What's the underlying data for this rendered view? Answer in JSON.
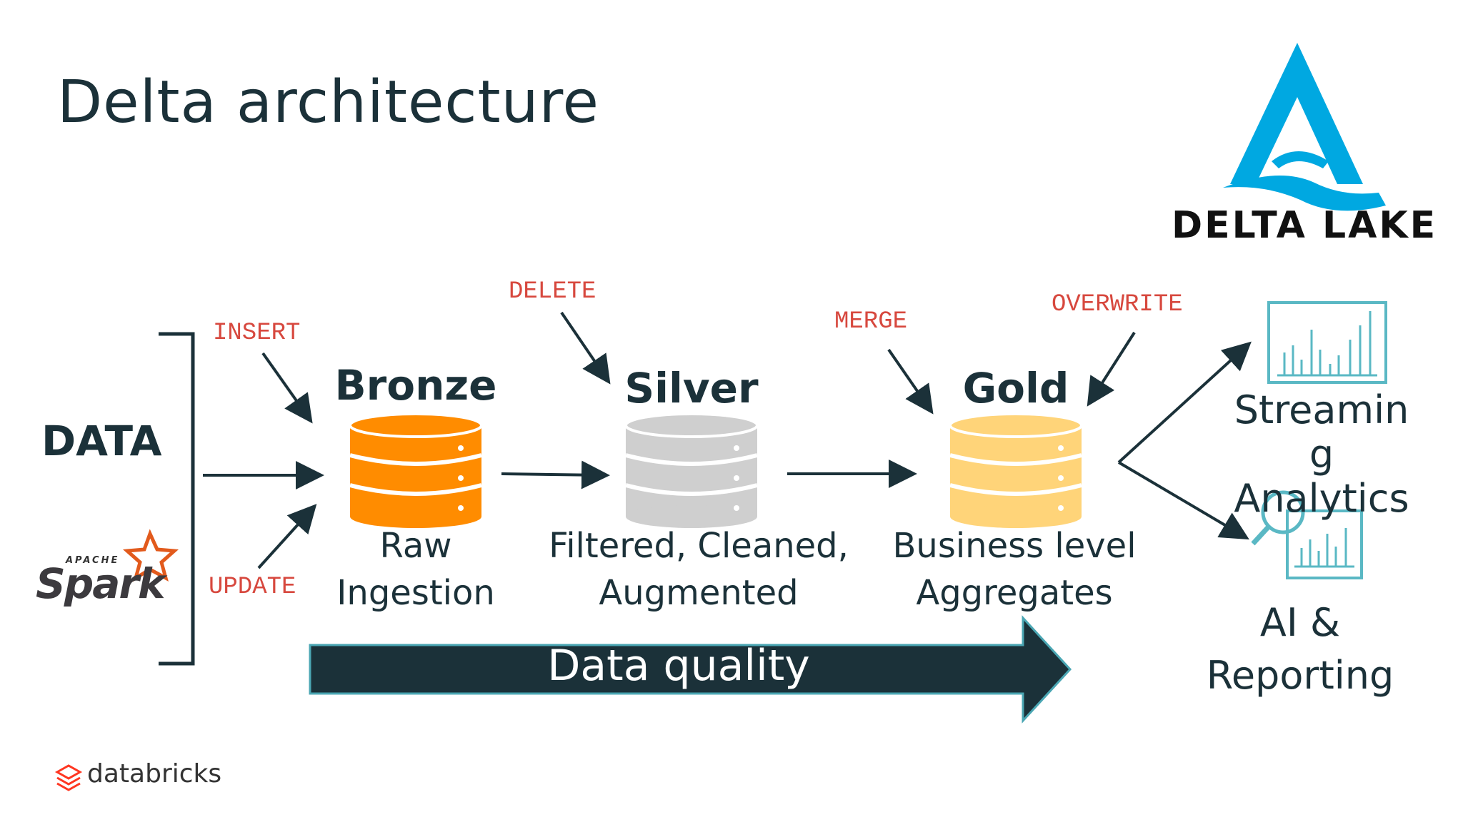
{
  "title": "Delta architecture",
  "logo": {
    "text": "DELTA LAKE",
    "color": "#00a8e1"
  },
  "source": {
    "label": "DATA",
    "spark_small": "APACHE",
    "spark_text": "Spark"
  },
  "operations": {
    "insert": "INSERT",
    "update": "UPDATE",
    "delete": "DELETE",
    "merge": "MERGE",
    "overwrite": "OVERWRITE"
  },
  "tiers": [
    {
      "name": "Bronze",
      "line1": "Raw",
      "line2": "Ingestion",
      "color": "#ff8c00"
    },
    {
      "name": "Silver",
      "line1": "Filtered, Cleaned,",
      "line2": "Augmented",
      "color": "#cfcfcf"
    },
    {
      "name": "Gold",
      "line1": "Business level",
      "line2": "Aggregates",
      "color": "#ffd479"
    }
  ],
  "outputs": {
    "streaming": {
      "line1": "Streamin",
      "line2": "g",
      "line3": "Analytics"
    },
    "ai": {
      "line1": "AI &",
      "line2": "Reporting"
    }
  },
  "quality_label": "Data quality",
  "footer_brand": "databricks",
  "colors": {
    "dark": "#1b3139",
    "op": "#d7483e",
    "teal": "#5ab8c4"
  }
}
